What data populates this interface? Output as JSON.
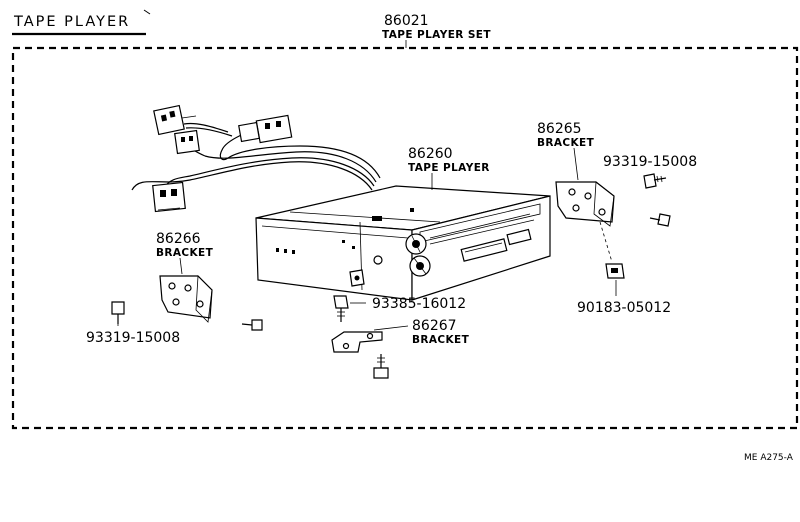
{
  "title": "TAPE PLAYER",
  "set": {
    "number": "86021",
    "name": "TAPE PLAYER SET"
  },
  "parts": {
    "player": {
      "number": "86260",
      "name": "TAPE PLAYER"
    },
    "bracket_right": {
      "number": "86265",
      "name": "BRACKET"
    },
    "bracket_left": {
      "number": "86266",
      "name": "BRACKET"
    },
    "bracket_bottom": {
      "number": "86267",
      "name": "BRACKET"
    },
    "screw_right": {
      "number": "93319-15008"
    },
    "screw_left": {
      "number": "93319-15008"
    },
    "bolt_bottom": {
      "number": "93385-16012"
    },
    "nut": {
      "number": "90183-05012"
    }
  },
  "footer_code": "ME  A275-A",
  "colors": {
    "ink": "#000000",
    "paper": "#ffffff"
  }
}
